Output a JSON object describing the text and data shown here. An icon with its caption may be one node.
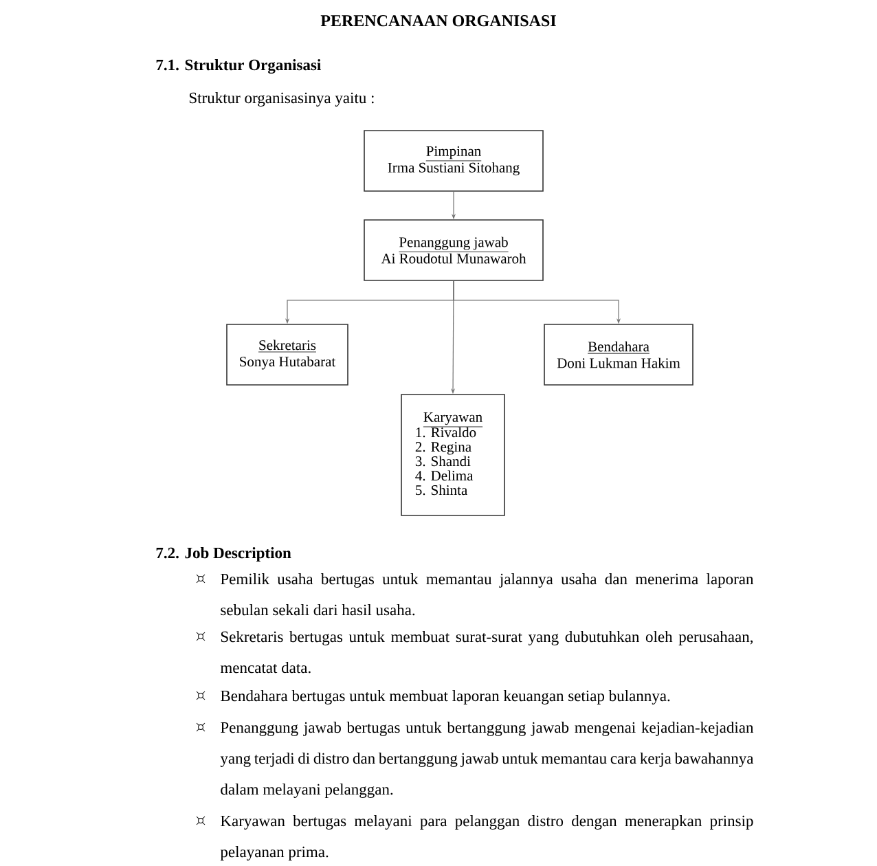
{
  "diagram": {
    "title": "PERENCANAAN ORGANISASI",
    "nodes": [
      {
        "text": [
          "Pimpinan",
          "Irma Sustiani Sitohang"
        ]
      },
      {
        "text": [
          "Penanggung jawab",
          "Ai Roudotul Munawaroh"
        ]
      },
      {
        "text": [
          "Sekretaris",
          "Sonya Hutabarat"
        ]
      },
      {
        "text": [
          "Bendahara",
          "Doni Lukman Hakim"
        ]
      },
      {
        "text": [
          "Karyawan",
          "1. Rivaldo",
          "2. Regina",
          "3. Shandi",
          "4. Delima",
          "5. Shinta"
        ]
      }
    ],
    "edges": [
      {
        "from": 0,
        "to": 1,
        "arrow": "to"
      },
      {
        "from": 1,
        "to": 2,
        "arrow": "to"
      },
      {
        "from": 1,
        "to": 3,
        "arrow": "to"
      },
      {
        "from": 1,
        "to": 4,
        "arrow": "to"
      }
    ],
    "labels": [
      "7.1. Struktur Organisasi",
      "Struktur organisasinya yaitu :",
      "7.2. Job Description",
      "Pemilik usaha bertugas untuk memantau jalannya usaha dan menerima laporan sebulan sekali dari hasil usaha.",
      "Sekretaris bertugas untuk membuat surat-surat yang dubutuhkan oleh perusahaan, mencatat data.",
      "Bendahara bertugas untuk membuat laporan keuangan setiap bulannya.",
      "Penanggung jawab bertugas untuk bertanggung jawab mengenai kejadian-kejadian yang terjadi di distro dan bertanggung jawab untuk memantau cara kerja bawahannya dalam melayani pelanggan.",
      "Karyawan bertugas melayani para pelanggan distro dengan menerapkan prinsip pelayanan prima."
    ]
  }
}
